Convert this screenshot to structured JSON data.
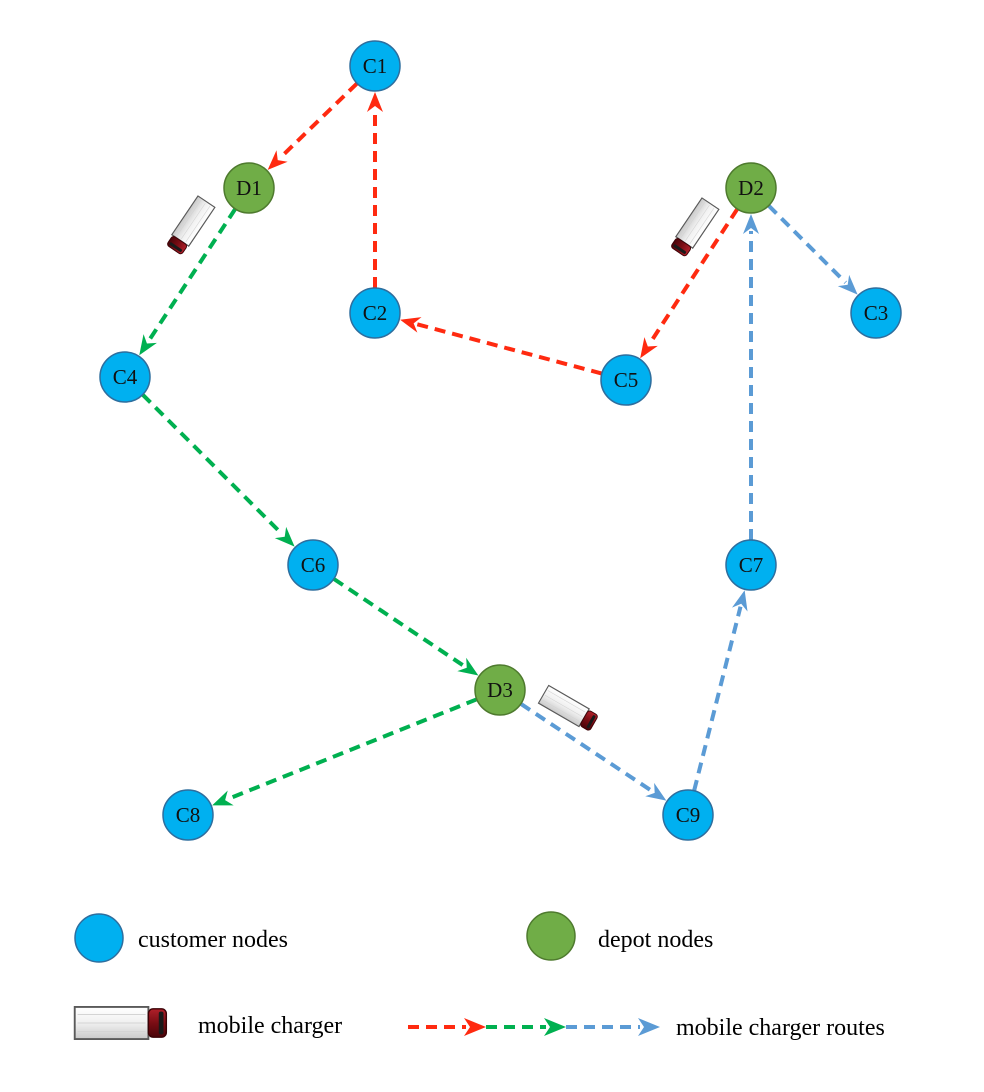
{
  "colors": {
    "customer": "#00B0F0",
    "customer_stroke": "#2E6E9E",
    "depot": "#70AD47",
    "depot_stroke": "#4E7A2E",
    "route_red": "#FF2A10",
    "route_green": "#00B050",
    "route_blue": "#5B9BD5"
  },
  "icons": {
    "truck": "truck-icon"
  },
  "nodes": [
    {
      "id": "C1",
      "label": "C1",
      "kind": "customer"
    },
    {
      "id": "D1",
      "label": "D1",
      "kind": "depot"
    },
    {
      "id": "C2",
      "label": "C2",
      "kind": "customer"
    },
    {
      "id": "D2",
      "label": "D2",
      "kind": "depot"
    },
    {
      "id": "C3",
      "label": "C3",
      "kind": "customer"
    },
    {
      "id": "C4",
      "label": "C4",
      "kind": "customer"
    },
    {
      "id": "C5",
      "label": "C5",
      "kind": "customer"
    },
    {
      "id": "C6",
      "label": "C6",
      "kind": "customer"
    },
    {
      "id": "C7",
      "label": "C7",
      "kind": "customer"
    },
    {
      "id": "D3",
      "label": "D3",
      "kind": "depot"
    },
    {
      "id": "C8",
      "label": "C8",
      "kind": "customer"
    },
    {
      "id": "C9",
      "label": "C9",
      "kind": "customer"
    }
  ],
  "routes": [
    {
      "color": "route_red",
      "edges": [
        [
          "C1",
          "D1"
        ],
        [
          "C2",
          "C1"
        ],
        [
          "C5",
          "C2"
        ],
        [
          "D2",
          "C5"
        ]
      ]
    },
    {
      "color": "route_green",
      "edges": [
        [
          "D1",
          "C4"
        ],
        [
          "C4",
          "C6"
        ],
        [
          "C6",
          "D3"
        ],
        [
          "D3",
          "C8"
        ]
      ]
    },
    {
      "color": "route_blue",
      "edges": [
        [
          "D2",
          "C3"
        ],
        [
          "C7",
          "D2"
        ],
        [
          "C9",
          "C7"
        ],
        [
          "D3",
          "C9"
        ]
      ]
    }
  ],
  "legend": {
    "customer_label": "customer nodes",
    "depot_label": "depot nodes",
    "charger_label": "mobile charger",
    "routes_label": "mobile charger routes"
  }
}
